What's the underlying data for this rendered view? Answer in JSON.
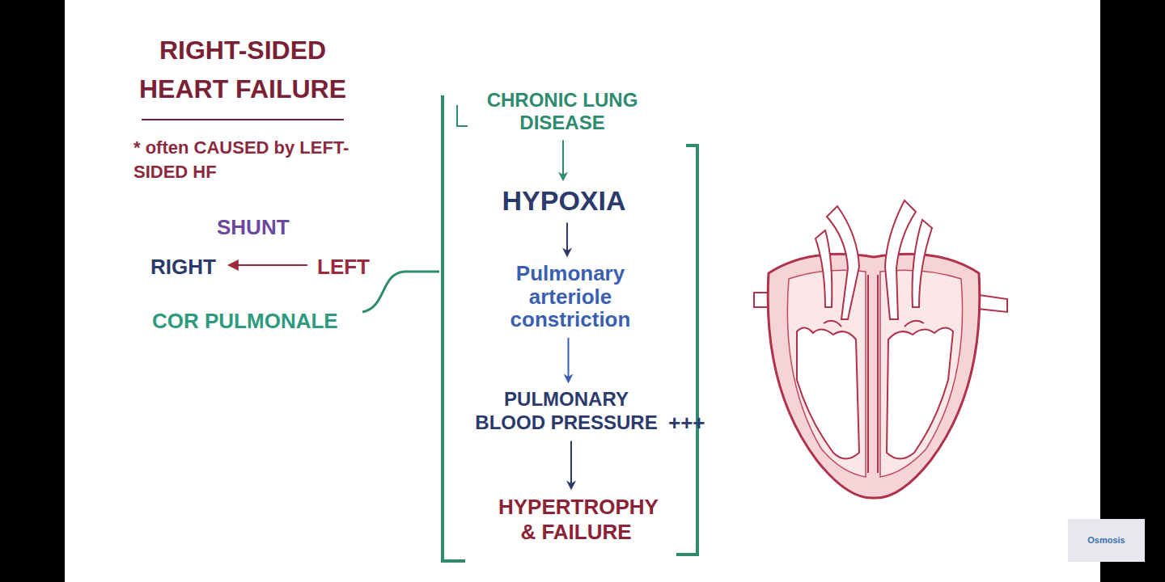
{
  "diagram": {
    "title": "RIGHT-SIDED HEART FAILURE",
    "nodes": [
      {
        "text": [
          "CHRONIC LUNG DISEASE"
        ]
      },
      {
        "text": [
          "HYPOXIA"
        ]
      },
      {
        "text": [
          "Pulmonary arteriole constriction"
        ]
      },
      {
        "text": [
          "PULMONARY BLOOD PRESSURE"
        ]
      },
      {
        "text": [
          "HYPERTROPHY & FAILURE"
        ]
      }
    ],
    "edges": [
      {
        "from": 0,
        "to": 1,
        "arrow": "to"
      },
      {
        "from": 1,
        "to": 2,
        "arrow": "to"
      },
      {
        "from": 2,
        "to": 3,
        "arrow": "to"
      },
      {
        "from": 3,
        "to": 4,
        "arrow": "to"
      }
    ],
    "labels": [
      "* often CAUSED by LEFT-SIDED HF",
      "SHUNT",
      "RIGHT",
      "LEFT",
      "COR PULMONALE",
      "+++",
      "Osmosis"
    ]
  }
}
